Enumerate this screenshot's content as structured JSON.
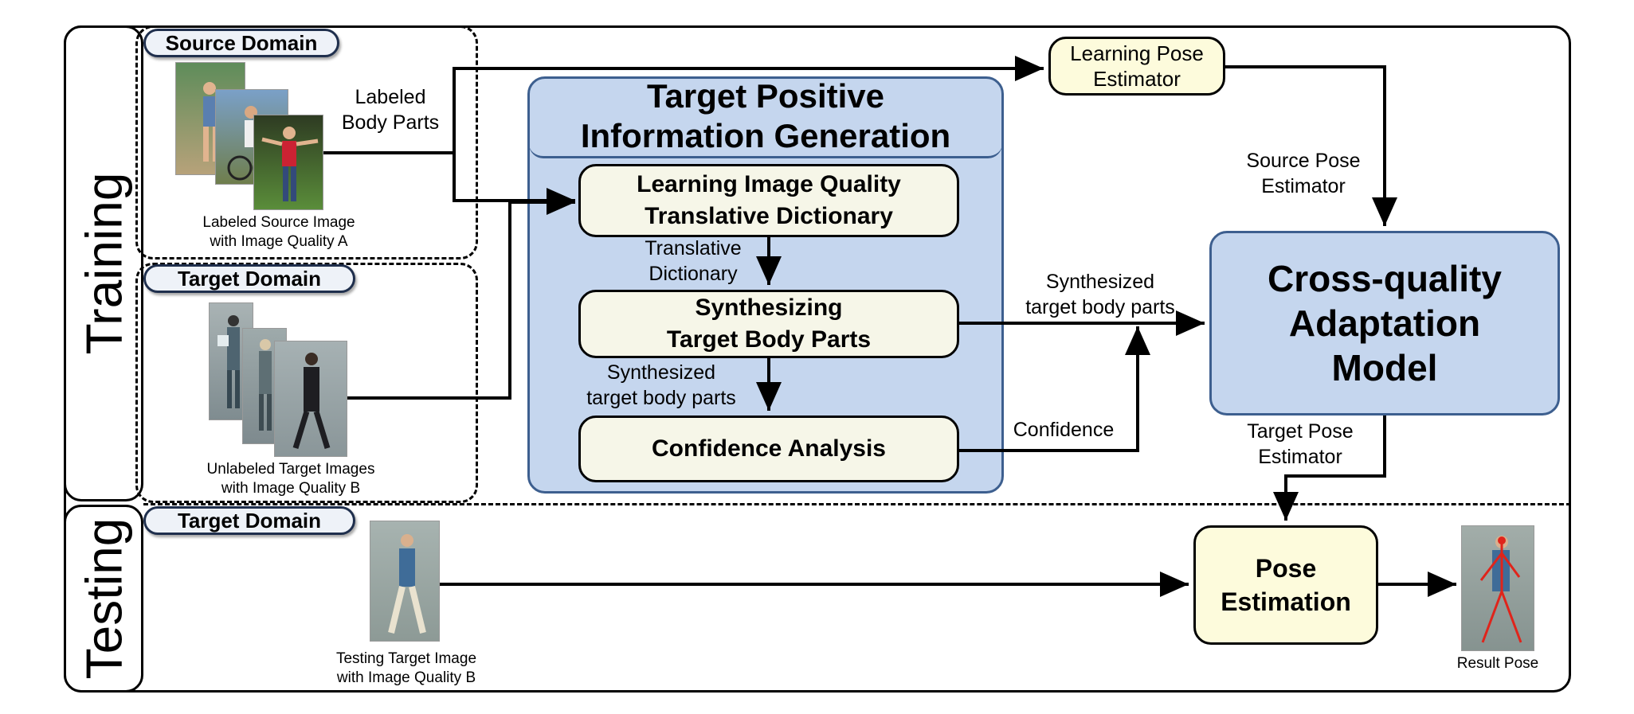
{
  "sections": {
    "training": "Training",
    "testing": "Testing"
  },
  "domains": {
    "source": "Source Domain",
    "target_training": "Target Domain",
    "target_testing": "Target Domain"
  },
  "captions": {
    "source_images": [
      "Labeled Source Image",
      "with Image Quality A"
    ],
    "unlabeled_target": [
      "Unlabeled Target Images",
      "with Image Quality B"
    ],
    "testing_target": [
      "Testing Target Image",
      "with Image Quality B"
    ],
    "result": "Result Pose"
  },
  "panel": {
    "title": [
      "Target Positive",
      "Information Generation"
    ],
    "dictionary_box": [
      "Learning Image Quality",
      "Translative Dictionary"
    ],
    "synth_box": [
      "Synthesizing",
      "Target Body Parts"
    ],
    "confidence_box": "Confidence Analysis"
  },
  "boxes": {
    "learning_pose": [
      "Learning Pose",
      "Estimator"
    ],
    "cross_quality": [
      "Cross-quality",
      "Adaptation",
      "Model"
    ],
    "pose_estimation": [
      "Pose",
      "Estimation"
    ]
  },
  "edge_labels": {
    "labeled_body_parts": [
      "Labeled",
      "Body Parts"
    ],
    "translative_dictionary": [
      "Translative",
      "Dictionary"
    ],
    "synthesized_inner": [
      "Synthesized",
      "target body parts"
    ],
    "synthesized_outer": [
      "Synthesized",
      "target body parts"
    ],
    "confidence": "Confidence",
    "source_pose_estimator": [
      "Source Pose",
      "Estimator"
    ],
    "target_pose_estimator": [
      "Target Pose",
      "Estimator"
    ]
  },
  "colors": {
    "panel_fill": "#c5d6ee",
    "panel_border": "#3d5f8f",
    "box_fill": "#f6f6e8",
    "estimator_fill": "#fdfbdc",
    "skeleton": "#e0241b"
  }
}
